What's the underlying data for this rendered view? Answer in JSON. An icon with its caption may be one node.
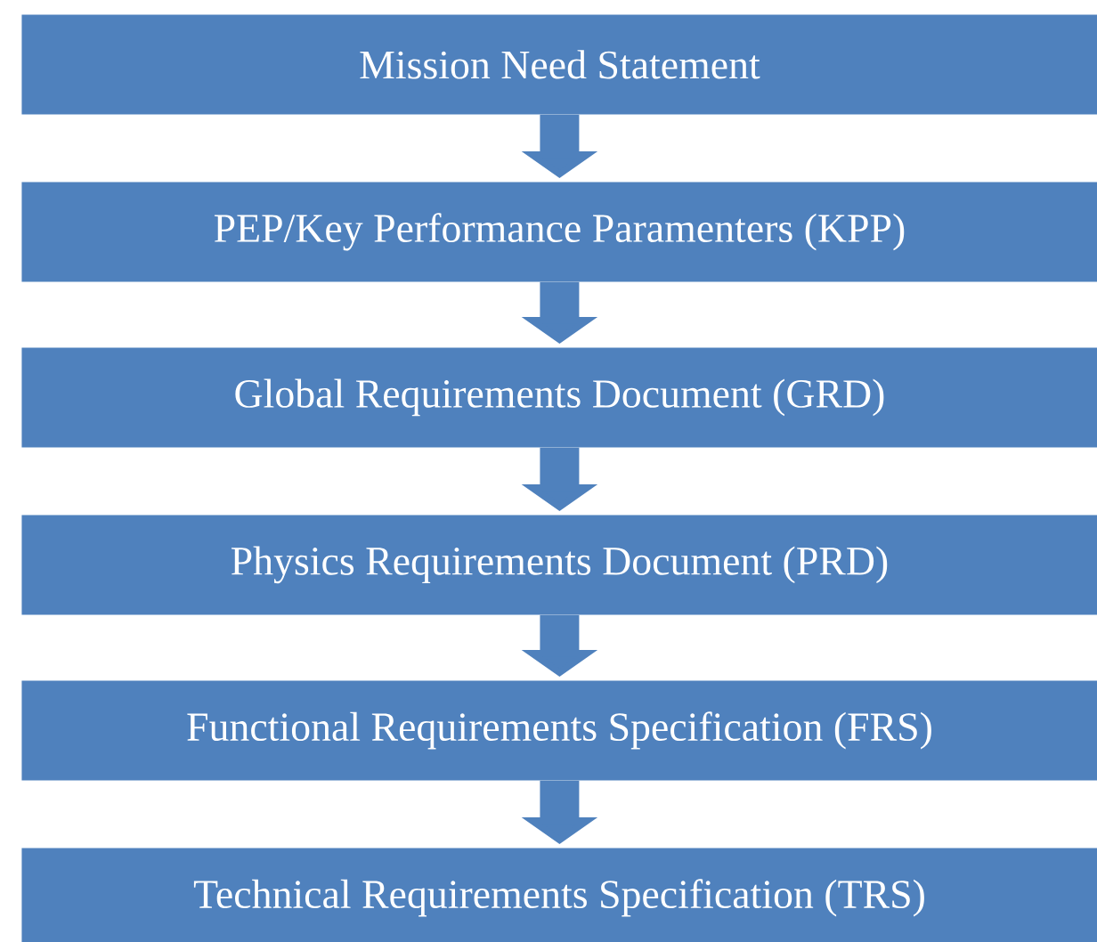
{
  "diagram": {
    "nodes": [
      {
        "text": [
          "Mission Need Statement"
        ]
      },
      {
        "text": [
          "PEP/Key Performance Paramenters (KPP)"
        ]
      },
      {
        "text": [
          "Global Requirements Document (GRD)"
        ]
      },
      {
        "text": [
          "Physics Requirements Document (PRD)"
        ]
      },
      {
        "text": [
          "Functional Requirements Specification (FRS)"
        ]
      },
      {
        "text": [
          "Technical Requirements Specification (TRS)"
        ]
      }
    ],
    "edges": [
      {
        "from": 0,
        "to": 1,
        "arrow": "to"
      },
      {
        "from": 1,
        "to": 2,
        "arrow": "to"
      },
      {
        "from": 2,
        "to": 3,
        "arrow": "to"
      },
      {
        "from": 3,
        "to": 4,
        "arrow": "to"
      },
      {
        "from": 4,
        "to": 5,
        "arrow": "to"
      }
    ]
  }
}
